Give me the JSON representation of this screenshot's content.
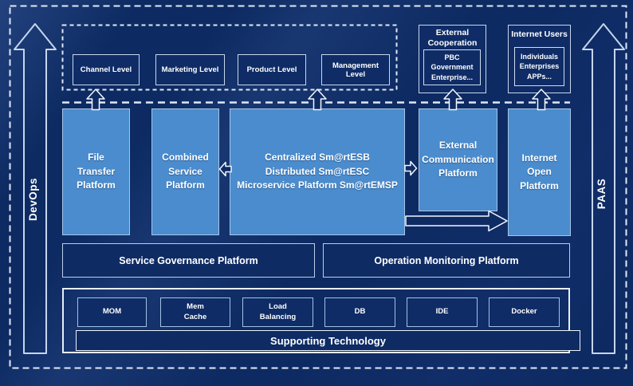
{
  "rails": {
    "left_label": "DevOps",
    "right_label": "PAAS"
  },
  "levels": {
    "items": [
      "Channel Level",
      "Marketing Level",
      "Product Level",
      "Management Level"
    ]
  },
  "external_cooperation": {
    "title": "External\nCooperation",
    "members": "PBC Government\nEnterprise..."
  },
  "internet_users": {
    "title": "Internet Users",
    "members": "Individuals\nEnterprises\nAPPs..."
  },
  "platforms": {
    "file_transfer": "File\nTransfer\nPlatform",
    "combined_service": "Combined\nService\nPlatform",
    "esb_suite": "Centralized Sm@rtESB\nDistributed Sm@rtESC\nMicroservice Platform Sm@rtEMSP",
    "external_communication": "External\nCommunication\nPlatform",
    "internet_open": "Internet\nOpen\nPlatform",
    "service_governance": "Service Governance Platform",
    "operation_monitoring": "Operation Monitoring Platform"
  },
  "supporting": {
    "title": "Supporting Technology",
    "items": [
      "MOM",
      "Mem\nCache",
      "Load\nBalancing",
      "DB",
      "IDE",
      "Docker"
    ]
  },
  "colors": {
    "background": "#0d2a62",
    "platform_fill": "#4a8ccd",
    "dark_fill": "#0f2c66",
    "border_light": "#a6c6e8",
    "border_white": "#eef3fb",
    "text": "#ffffff"
  }
}
